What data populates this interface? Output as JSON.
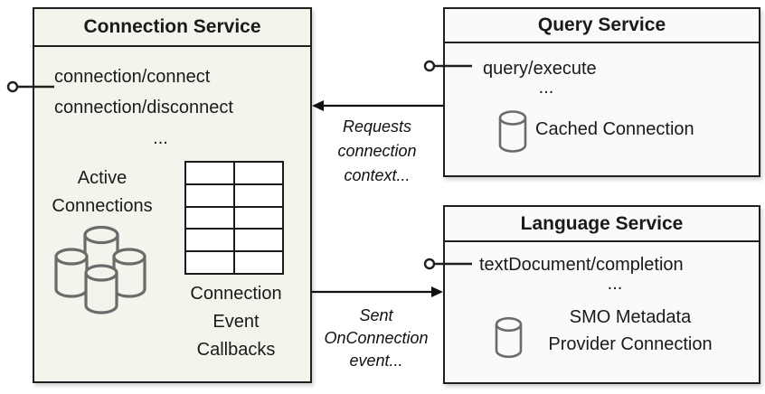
{
  "colors": {
    "connection_fill": "#f2f5ec",
    "service_fill": "#fafafa",
    "line": "#1f1f1f",
    "cylinder_stroke": "#6b6b6b"
  },
  "connection_service": {
    "title": "Connection Service",
    "methods": [
      "connection/connect",
      "connection/disconnect"
    ],
    "ellipsis": "...",
    "active_label": [
      "Active",
      "Connections"
    ],
    "callbacks_label": [
      "Connection",
      "Event",
      "Callbacks"
    ],
    "table": {
      "rows": 5,
      "cols": 2
    }
  },
  "query_service": {
    "title": "Query Service",
    "methods": [
      "query/execute"
    ],
    "ellipsis": "...",
    "cache_label": "Cached Connection"
  },
  "language_service": {
    "title": "Language Service",
    "methods": [
      "textDocument/completion"
    ],
    "ellipsis": "...",
    "provider_label": [
      "SMO Metadata",
      "Provider Connection"
    ]
  },
  "flows": {
    "requests_label": [
      "Requests",
      "connection",
      "context..."
    ],
    "sent_label": [
      "Sent",
      "OnConnection",
      "event..."
    ]
  }
}
